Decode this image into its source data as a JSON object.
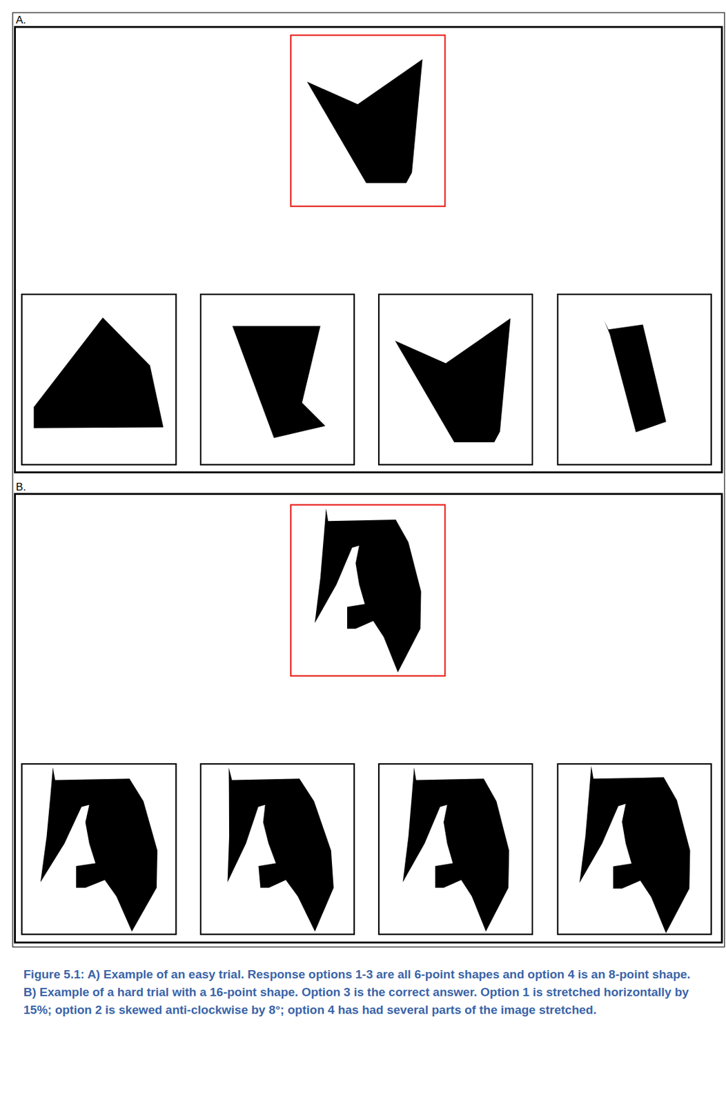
{
  "diagram": {
    "caption": "Figure 5.1: A) Example of an easy trial. Response options 1-3 are all 6-point shapes and option 4 is an 8-point shape.",
    "nodes": [
      {
        "text": [
          "A."
        ]
      },
      {
        "text": [
          "B."
        ]
      }
    ],
    "labels": [
      "B) Example of a hard trial with a 16-point shape. Option 3 is the correct answer. Option 1 is stretched horizontally by 15%; option 2 is skewed anti-clockwise by 8°; option 4 has had several parts of the image stretched."
    ]
  }
}
